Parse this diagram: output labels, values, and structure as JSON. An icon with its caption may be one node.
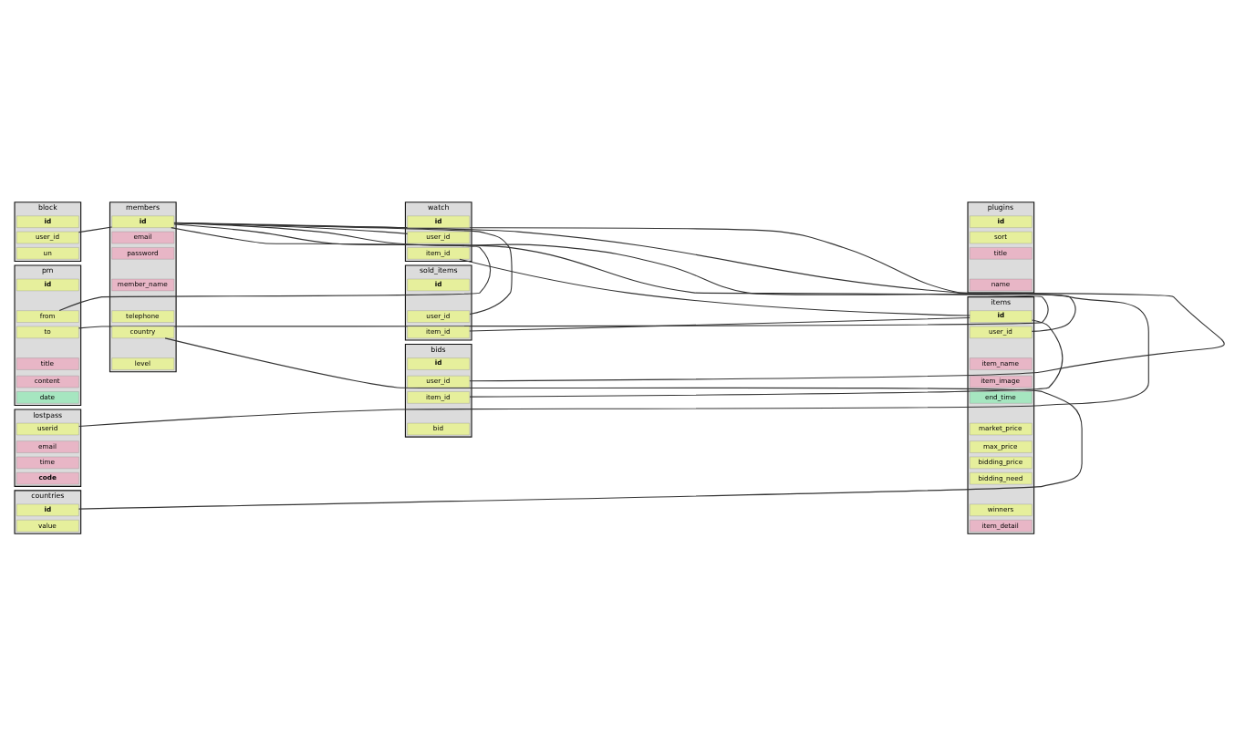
{
  "diagram": {
    "nodes": [
      {
        "text": [
          "block"
        ]
      },
      {
        "text": [
          "id"
        ],
        "in": 0
      },
      {
        "text": [
          "user_id"
        ],
        "in": 0
      },
      {
        "text": [
          "un"
        ],
        "in": 0
      },
      {
        "text": [
          "pm"
        ]
      },
      {
        "text": [
          "id"
        ],
        "in": 4
      },
      {
        "text": [
          "from"
        ],
        "in": 4
      },
      {
        "text": [
          "to"
        ],
        "in": 4
      },
      {
        "text": [
          "title"
        ],
        "in": 4
      },
      {
        "text": [
          "content"
        ],
        "in": 4
      },
      {
        "text": [
          "date"
        ],
        "in": 4
      },
      {
        "text": [
          "lostpass"
        ]
      },
      {
        "text": [
          "userid"
        ],
        "in": 11
      },
      {
        "text": [
          "email"
        ],
        "in": 11
      },
      {
        "text": [
          "time"
        ],
        "in": 11
      },
      {
        "text": [
          "code"
        ],
        "in": 11
      },
      {
        "text": [
          "countries"
        ]
      },
      {
        "text": [
          "id"
        ],
        "in": 16
      },
      {
        "text": [
          "value"
        ],
        "in": 16
      },
      {
        "text": [
          "members"
        ]
      },
      {
        "text": [
          "id"
        ],
        "in": 19
      },
      {
        "text": [
          "email"
        ],
        "in": 19
      },
      {
        "text": [
          "password"
        ],
        "in": 19
      },
      {
        "text": [
          "member_name"
        ],
        "in": 19
      },
      {
        "text": [
          "telephone"
        ],
        "in": 19
      },
      {
        "text": [
          "country"
        ],
        "in": 19
      },
      {
        "text": [
          "level"
        ],
        "in": 19
      },
      {
        "text": [
          "watch"
        ]
      },
      {
        "text": [
          "id"
        ],
        "in": 27
      },
      {
        "text": [
          "user_id"
        ],
        "in": 27
      },
      {
        "text": [
          "item_id"
        ],
        "in": 27
      },
      {
        "text": [
          "sold_items"
        ]
      },
      {
        "text": [
          "id"
        ],
        "in": 31
      },
      {
        "text": [
          "user_id"
        ],
        "in": 31
      },
      {
        "text": [
          "item_id"
        ],
        "in": 31
      },
      {
        "text": [
          "bids"
        ]
      },
      {
        "text": [
          "id"
        ],
        "in": 35
      },
      {
        "text": [
          "user_id"
        ],
        "in": 35
      },
      {
        "text": [
          "item_id"
        ],
        "in": 35
      },
      {
        "text": [
          "bid"
        ],
        "in": 35
      },
      {
        "text": [
          "plugins"
        ]
      },
      {
        "text": [
          "id"
        ],
        "in": 40
      },
      {
        "text": [
          "sort"
        ],
        "in": 40
      },
      {
        "text": [
          "title"
        ],
        "in": 40
      },
      {
        "text": [
          "name"
        ],
        "in": 40
      },
      {
        "text": [
          "items"
        ]
      },
      {
        "text": [
          "id"
        ],
        "in": 45
      },
      {
        "text": [
          "user_id"
        ],
        "in": 45
      },
      {
        "text": [
          "item_name"
        ],
        "in": 45
      },
      {
        "text": [
          "item_image"
        ],
        "in": 45
      },
      {
        "text": [
          "end_time"
        ],
        "in": 45
      },
      {
        "text": [
          "market_price"
        ],
        "in": 45
      },
      {
        "text": [
          "max_price"
        ],
        "in": 45
      },
      {
        "text": [
          "bidding_price"
        ],
        "in": 45
      },
      {
        "text": [
          "bidding_need"
        ],
        "in": 45
      },
      {
        "text": [
          "winners"
        ],
        "in": 45
      },
      {
        "text": [
          "item_detail"
        ],
        "in": 45
      }
    ],
    "edges": [
      {
        "from": 2,
        "to": 20,
        "arrow": "none"
      },
      {
        "from": 6,
        "to": 20,
        "arrow": "none"
      },
      {
        "from": 7,
        "to": 20,
        "arrow": "none"
      },
      {
        "from": 12,
        "to": 20,
        "arrow": "none"
      },
      {
        "from": 17,
        "to": 25,
        "arrow": "none"
      },
      {
        "from": 20,
        "to": 29,
        "arrow": "none"
      },
      {
        "from": 20,
        "to": 47,
        "arrow": "none"
      },
      {
        "from": 20,
        "to": 33,
        "arrow": "none"
      },
      {
        "from": 20,
        "to": 37,
        "arrow": "none"
      },
      {
        "from": 30,
        "to": 46,
        "arrow": "none"
      },
      {
        "from": 34,
        "to": 46,
        "arrow": "none"
      },
      {
        "from": 38,
        "to": 46,
        "arrow": "none"
      }
    ]
  }
}
